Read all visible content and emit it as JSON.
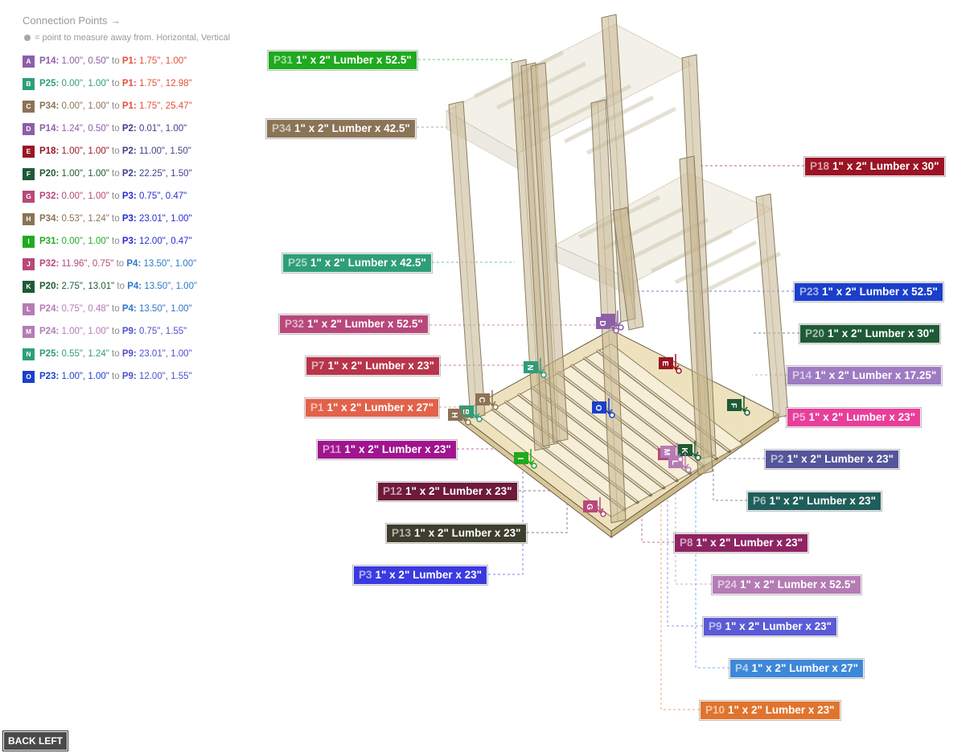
{
  "header": {
    "title": "Connection Points →",
    "legend": "= point to measure away from. Horizontal, Vertical"
  },
  "connections": [
    {
      "badge": "A",
      "color": "#8E5EA9",
      "from": "P14:",
      "from_vals": "1.00\", 0.50\"",
      "to": "to",
      "target": "P1:",
      "target_vals": "1.75\", 1.00\"",
      "target_color": "#E2513A"
    },
    {
      "badge": "B",
      "color": "#2E9E79",
      "from": "P25:",
      "from_vals": "0.00\", 1.00\"",
      "to": "to",
      "target": "P1:",
      "target_vals": "1.75\", 12.98\"",
      "target_color": "#E2513A"
    },
    {
      "badge": "C",
      "color": "#8B7356",
      "from": "P34:",
      "from_vals": "0.00\", 1.00\"",
      "to": "to",
      "target": "P1:",
      "target_vals": "1.75\", 25.47\"",
      "target_color": "#E2513A"
    },
    {
      "badge": "D",
      "color": "#8E5EA9",
      "from": "P14:",
      "from_vals": "1.24\", 0.50\"",
      "to": "to",
      "target": "P2:",
      "target_vals": "0.01\", 1.00\"",
      "target_color": "#3F3F8F"
    },
    {
      "badge": "E",
      "color": "#9B1424",
      "from": "P18:",
      "from_vals": "1.00\", 1.00\"",
      "to": "to",
      "target": "P2:",
      "target_vals": "11.00\", 1.50\"",
      "target_color": "#3F3F8F"
    },
    {
      "badge": "F",
      "color": "#1E5A36",
      "from": "P20:",
      "from_vals": "1.00\", 1.00\"",
      "to": "to",
      "target": "P2:",
      "target_vals": "22.25\", 1.50\"",
      "target_color": "#3F3F8F"
    },
    {
      "badge": "G",
      "color": "#B8487A",
      "from": "P32:",
      "from_vals": "0.00\", 1.00\"",
      "to": "to",
      "target": "P3:",
      "target_vals": "0.75\", 0.47\"",
      "target_color": "#2B2BD6"
    },
    {
      "badge": "H",
      "color": "#8B7356",
      "from": "P34:",
      "from_vals": "0.53\", 1.24\"",
      "to": "to",
      "target": "P3:",
      "target_vals": "23.01\", 1.00\"",
      "target_color": "#2B2BD6"
    },
    {
      "badge": "I",
      "color": "#1FAA1F",
      "from": "P31:",
      "from_vals": "0.00\", 1.00\"",
      "to": "to",
      "target": "P3:",
      "target_vals": "12.00\", 0.47\"",
      "target_color": "#2B2BD6"
    },
    {
      "badge": "J",
      "color": "#B8487A",
      "from": "P32:",
      "from_vals": "11.96\", 0.75\"",
      "to": "to",
      "target": "P4:",
      "target_vals": "13.50\", 1.00\"",
      "target_color": "#2E78C8"
    },
    {
      "badge": "K",
      "color": "#1E5A36",
      "from": "P20:",
      "from_vals": "2.75\", 13.01\"",
      "to": "to",
      "target": "P4:",
      "target_vals": "13.50\", 1.00\"",
      "target_color": "#2E78C8"
    },
    {
      "badge": "L",
      "color": "#B57BB5",
      "from": "P24:",
      "from_vals": "0.75\", 0.48\"",
      "to": "to",
      "target": "P4:",
      "target_vals": "13.50\", 1.00\"",
      "target_color": "#2E78C8"
    },
    {
      "badge": "M",
      "color": "#B57BB5",
      "from": "P24:",
      "from_vals": "1.00\", 1.00\"",
      "to": "to",
      "target": "P9:",
      "target_vals": "0.75\", 1.55\"",
      "target_color": "#4F4FD0"
    },
    {
      "badge": "N",
      "color": "#2E9E79",
      "from": "P25:",
      "from_vals": "0.55\", 1.24\"",
      "to": "to",
      "target": "P9:",
      "target_vals": "23.01\", 1.00\"",
      "target_color": "#4F4FD0"
    },
    {
      "badge": "O",
      "color": "#1B3FCB",
      "from": "P23:",
      "from_vals": "1.00\", 1.00\"",
      "to": "to",
      "target": "P9:",
      "target_vals": "12.00\", 1.55\"",
      "target_color": "#4F4FD0"
    }
  ],
  "parts": [
    {
      "id": "P31",
      "desc": "1\" x 2\" Lumber x 52.5\"",
      "color": "#1FAA1F"
    },
    {
      "id": "P34",
      "desc": "1\" x 2\" Lumber x 42.5\"",
      "color": "#8B7356"
    },
    {
      "id": "P18",
      "desc": "1\" x 2\" Lumber x 30\"",
      "color": "#9B1424"
    },
    {
      "id": "P25",
      "desc": "1\" x 2\" Lumber x 42.5\"",
      "color": "#2E9E79"
    },
    {
      "id": "P23",
      "desc": "1\" x 2\" Lumber x 52.5\"",
      "color": "#1B3FCB"
    },
    {
      "id": "P32",
      "desc": "1\" x 2\" Lumber x 52.5\"",
      "color": "#B8487A"
    },
    {
      "id": "P20",
      "desc": "1\" x 2\" Lumber x 30\"",
      "color": "#1E5A36"
    },
    {
      "id": "P7",
      "desc": "1\" x 2\" Lumber x 23\"",
      "color": "#B8344A"
    },
    {
      "id": "P14",
      "desc": "1\" x 2\" Lumber x 17.25\"",
      "color": "#9F7BC2"
    },
    {
      "id": "P1",
      "desc": "1\" x 2\" Lumber x 27\"",
      "color": "#E2624A"
    },
    {
      "id": "P5",
      "desc": "1\" x 2\" Lumber x 23\"",
      "color": "#E83E9A"
    },
    {
      "id": "P11",
      "desc": "1\" x 2\" Lumber x 23\"",
      "color": "#A0148F"
    },
    {
      "id": "P2",
      "desc": "1\" x 2\" Lumber x 23\"",
      "color": "#55559A"
    },
    {
      "id": "P12",
      "desc": "1\" x 2\" Lumber x 23\"",
      "color": "#6E1A3A"
    },
    {
      "id": "P6",
      "desc": "1\" x 2\" Lumber x 23\"",
      "color": "#1F5E5B"
    },
    {
      "id": "P13",
      "desc": "1\" x 2\" Lumber x 23\"",
      "color": "#3E3E2E"
    },
    {
      "id": "P8",
      "desc": "1\" x 2\" Lumber x 23\"",
      "color": "#8E2462"
    },
    {
      "id": "P3",
      "desc": "1\" x 2\" Lumber x 23\"",
      "color": "#3A3AE0"
    },
    {
      "id": "P24",
      "desc": "1\" x 2\" Lumber x 52.5\"",
      "color": "#B57BB5"
    },
    {
      "id": "P9",
      "desc": "1\" x 2\" Lumber x 23\"",
      "color": "#5B5BD6"
    },
    {
      "id": "P4",
      "desc": "1\" x 2\" Lumber x 27\"",
      "color": "#3E88D8"
    },
    {
      "id": "P10",
      "desc": "1\" x 2\" Lumber x 23\"",
      "color": "#E0742E"
    }
  ],
  "markers": [
    {
      "letter": "A",
      "color": "#8E5EA9"
    },
    {
      "letter": "B",
      "color": "#2E9E79"
    },
    {
      "letter": "C",
      "color": "#8B7356"
    },
    {
      "letter": "D",
      "color": "#8E5EA9"
    },
    {
      "letter": "E",
      "color": "#9B1424"
    },
    {
      "letter": "F",
      "color": "#1E5A36"
    },
    {
      "letter": "G",
      "color": "#B8487A"
    },
    {
      "letter": "H",
      "color": "#8B7356"
    },
    {
      "letter": "I",
      "color": "#1FAA1F"
    },
    {
      "letter": "J",
      "color": "#B8487A"
    },
    {
      "letter": "K",
      "color": "#1E5A36"
    },
    {
      "letter": "L",
      "color": "#B57BB5"
    },
    {
      "letter": "M",
      "color": "#B57BB5"
    },
    {
      "letter": "N",
      "color": "#2E9E79"
    },
    {
      "letter": "O",
      "color": "#1B3FCB"
    }
  ],
  "footer": {
    "back_label": "BACK LEFT"
  }
}
